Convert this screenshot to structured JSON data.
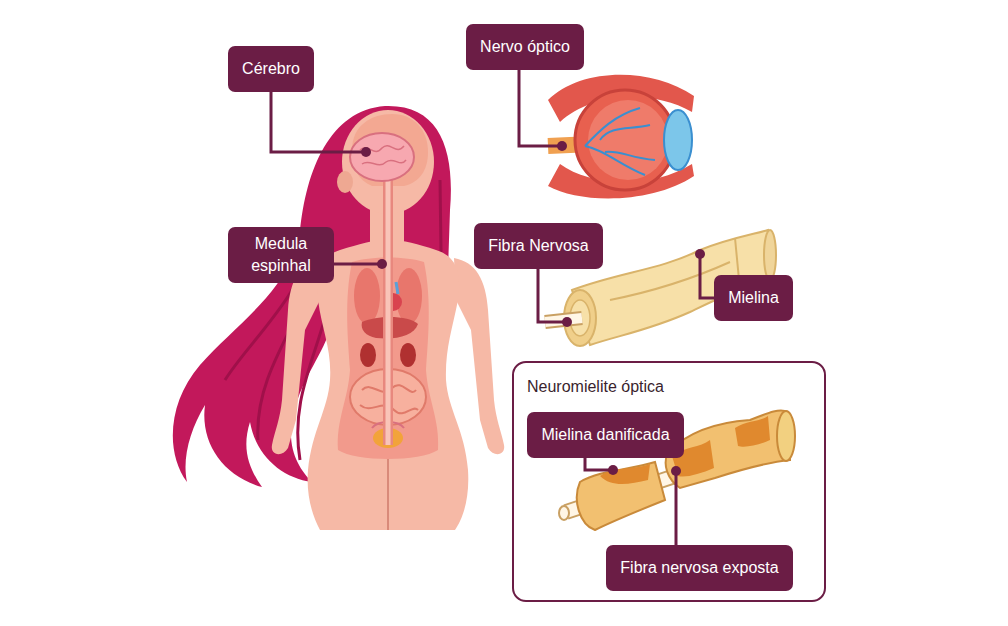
{
  "diagram": {
    "nodes": [
      {
        "text": [
          "Cérebro"
        ]
      },
      {
        "text": [
          "Nervo óptico"
        ]
      },
      {
        "text": [
          "Medula espinhal"
        ]
      },
      {
        "text": [
          "Fibra Nervosa"
        ]
      },
      {
        "text": [
          "Mielina"
        ]
      },
      {
        "text": [
          "Neuromielite óptica"
        ]
      },
      {
        "text": [
          "Mielina danificada"
        ],
        "in": 5
      },
      {
        "text": [
          "Fibra nervosa exposta"
        ],
        "in": 5
      }
    ]
  }
}
